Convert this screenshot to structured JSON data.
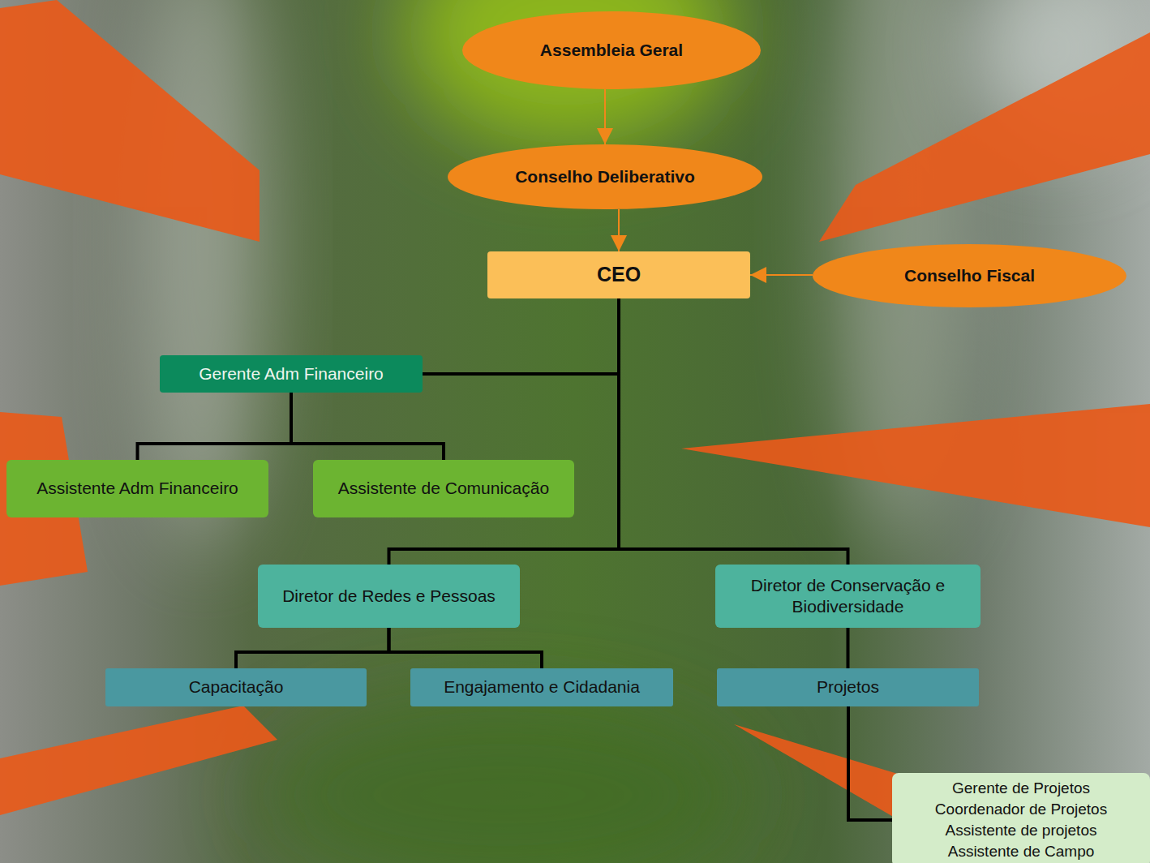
{
  "diagram": {
    "nodes": [
      {
        "text": [
          "Assembleia Geral"
        ]
      },
      {
        "text": [
          "Conselho Deliberativo"
        ]
      },
      {
        "text": [
          "CEO"
        ]
      },
      {
        "text": [
          "Conselho Fiscal"
        ]
      },
      {
        "text": [
          "Gerente Adm Financeiro"
        ]
      },
      {
        "text": [
          "Assistente Adm Financeiro"
        ]
      },
      {
        "text": [
          "Assistente de Comunicação"
        ]
      },
      {
        "text": [
          "Diretor de Redes e Pessoas"
        ]
      },
      {
        "text": [
          "Diretor de Conservação e Biodiversidade"
        ]
      },
      {
        "text": [
          "Capacitação"
        ]
      },
      {
        "text": [
          "Engajamento e Cidadania"
        ]
      },
      {
        "text": [
          "Projetos"
        ]
      },
      {
        "text": [
          "Gerente de Projetos",
          "Coordenador de Projetos",
          "Assistente de projetos",
          "Assistente de Campo"
        ]
      }
    ],
    "edges": [
      {
        "from": 0,
        "to": 1,
        "arrow": "to"
      },
      {
        "from": 1,
        "to": 2,
        "arrow": "to"
      },
      {
        "from": 3,
        "to": 2,
        "arrow": "to"
      },
      {
        "from": 2,
        "to": 4,
        "arrow": "none"
      },
      {
        "from": 4,
        "to": 5,
        "arrow": "none"
      },
      {
        "from": 4,
        "to": 6,
        "arrow": "none"
      },
      {
        "from": 2,
        "to": 7,
        "arrow": "none"
      },
      {
        "from": 2,
        "to": 8,
        "arrow": "none"
      },
      {
        "from": 7,
        "to": 9,
        "arrow": "none"
      },
      {
        "from": 7,
        "to": 10,
        "arrow": "none"
      },
      {
        "from": 8,
        "to": 11,
        "arrow": "none"
      },
      {
        "from": 11,
        "to": 12,
        "arrow": "none"
      }
    ]
  }
}
